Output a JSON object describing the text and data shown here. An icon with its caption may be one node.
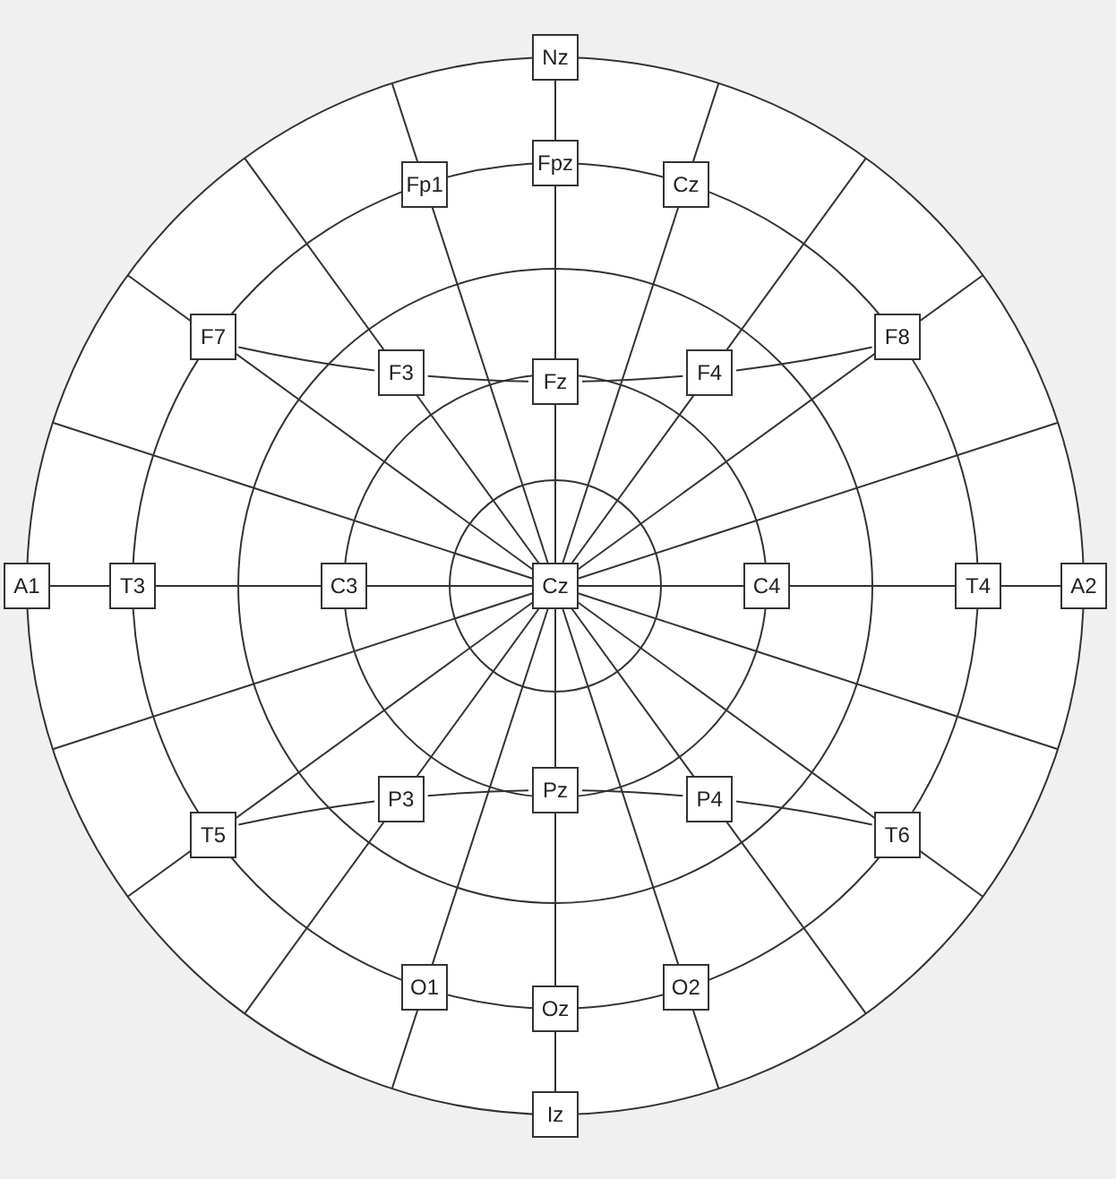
{
  "diagram": {
    "nodes": [
      {
        "text": [
          "Nz"
        ]
      },
      {
        "text": [
          "Fp1"
        ]
      },
      {
        "text": [
          "Fpz"
        ]
      },
      {
        "text": [
          "Cz"
        ]
      },
      {
        "text": [
          "F7"
        ]
      },
      {
        "text": [
          "F3"
        ]
      },
      {
        "text": [
          "Fz"
        ]
      },
      {
        "text": [
          "F4"
        ]
      },
      {
        "text": [
          "F8"
        ]
      },
      {
        "text": [
          "A1"
        ]
      },
      {
        "text": [
          "T3"
        ]
      },
      {
        "text": [
          "C3"
        ]
      },
      {
        "text": [
          "Cz"
        ]
      },
      {
        "text": [
          "C4"
        ]
      },
      {
        "text": [
          "T4"
        ]
      },
      {
        "text": [
          "A2"
        ]
      },
      {
        "text": [
          "T5"
        ]
      },
      {
        "text": [
          "P3"
        ]
      },
      {
        "text": [
          "Pz"
        ]
      },
      {
        "text": [
          "P4"
        ]
      },
      {
        "text": [
          "T6"
        ]
      },
      {
        "text": [
          "O1"
        ]
      },
      {
        "text": [
          "Oz"
        ]
      },
      {
        "text": [
          "O2"
        ]
      },
      {
        "text": [
          "Iz"
        ]
      }
    ],
    "edges": [
      {
        "from": 4,
        "to": 5,
        "arrow": "none"
      },
      {
        "from": 5,
        "to": 6,
        "arrow": "none"
      },
      {
        "from": 6,
        "to": 7,
        "arrow": "none"
      },
      {
        "from": 7,
        "to": 8,
        "arrow": "none"
      },
      {
        "from": 16,
        "to": 17,
        "arrow": "none"
      },
      {
        "from": 17,
        "to": 18,
        "arrow": "none"
      },
      {
        "from": 18,
        "to": 19,
        "arrow": "none"
      },
      {
        "from": 19,
        "to": 20,
        "arrow": "none"
      }
    ]
  }
}
